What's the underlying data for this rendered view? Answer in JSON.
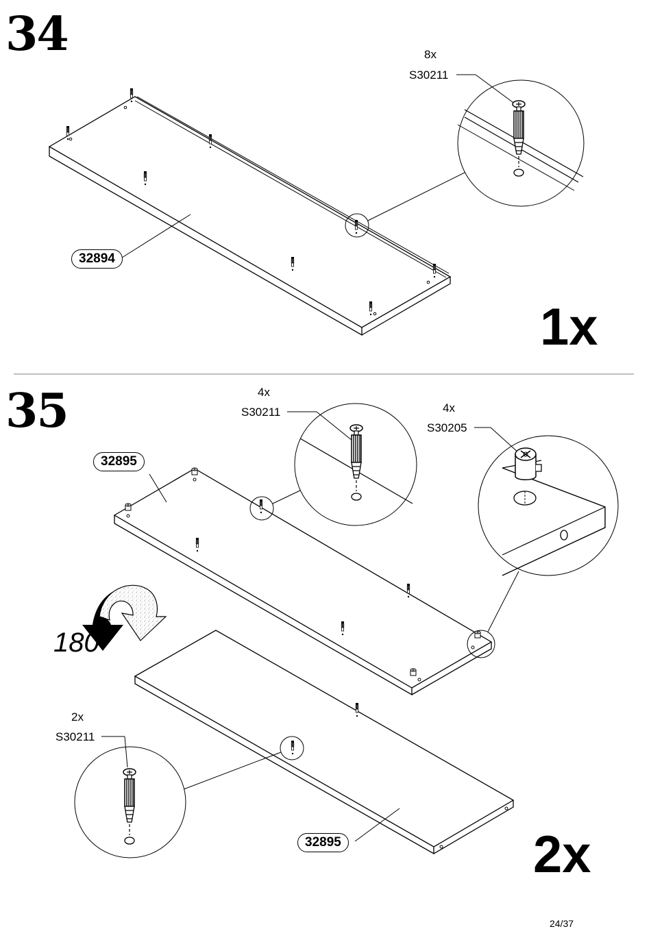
{
  "step34": {
    "number": "34",
    "quantity": "1x",
    "panel_label": "32894",
    "callout": {
      "count": "8x",
      "part": "S30211"
    }
  },
  "step35": {
    "number": "35",
    "quantity": "2x",
    "top_panel_label": "32895",
    "bottom_panel_label": "32895",
    "rotation": "180°",
    "callout_dowel_top": {
      "count": "4x",
      "part": "S30211"
    },
    "callout_cam": {
      "count": "4x",
      "part": "S30205"
    },
    "callout_dowel_bottom": {
      "count": "2x",
      "part": "S30211"
    }
  },
  "page": {
    "number": "24/37"
  }
}
